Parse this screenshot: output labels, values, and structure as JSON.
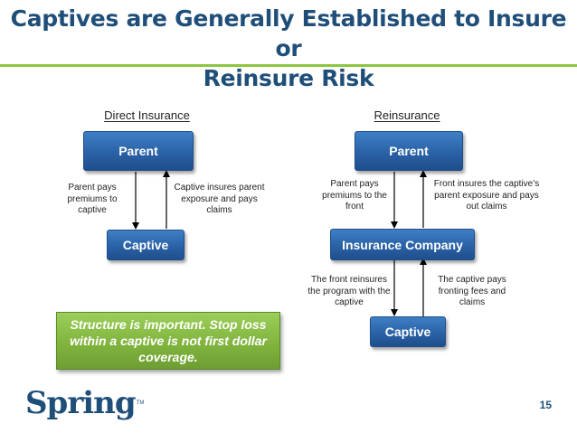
{
  "title": {
    "line1": "Captives are Generally Established to Insure or",
    "line2": "Reinsure Risk"
  },
  "direct": {
    "label": "Direct Insurance",
    "parent": "Parent",
    "captive": "Captive",
    "down_note": [
      "Parent pays",
      "premiums to",
      "captive"
    ],
    "up_note": [
      "Captive insures parent",
      "exposure and pays",
      "claims"
    ]
  },
  "reinsurance": {
    "label": "Reinsurance",
    "parent": "Parent",
    "insurance_company": "Insurance Company",
    "captive": "Captive",
    "parent_down_note": [
      "Parent pays",
      "premiums to the",
      "front"
    ],
    "parent_up_note": [
      "Front insures the captive’s",
      "parent exposure and pays",
      "out claims"
    ],
    "captive_down_note": [
      "The front reinsures",
      "the program with the",
      "captive"
    ],
    "captive_up_note": [
      "The captive pays",
      "fronting fees and",
      "claims"
    ]
  },
  "callout": {
    "line1": "Structure is important.  Stop loss",
    "line2": "within a captive is not first dollar",
    "line3": "coverage."
  },
  "logo": {
    "text": "Spring",
    "tm": "TM"
  },
  "page_number": "15",
  "colors": {
    "title": "#1f4e79",
    "box": "#2a62a6",
    "rule": "#8dc63f",
    "callout": "#7fb23d"
  }
}
